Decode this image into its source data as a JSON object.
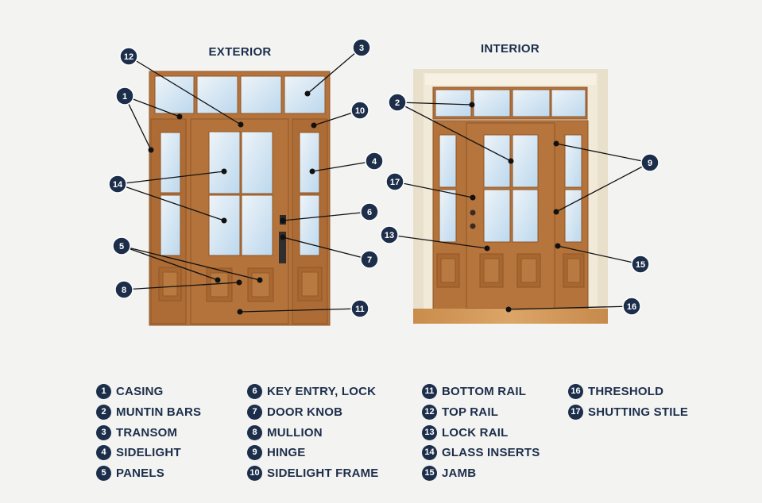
{
  "titles": {
    "exterior": "EXTERIOR",
    "interior": "INTERIOR"
  },
  "legend": [
    {
      "num": "1",
      "label": "CASING"
    },
    {
      "num": "2",
      "label": "MUNTIN BARS"
    },
    {
      "num": "3",
      "label": "TRANSOM"
    },
    {
      "num": "4",
      "label": "SIDELIGHT"
    },
    {
      "num": "5",
      "label": "PANELS"
    },
    {
      "num": "6",
      "label": "KEY ENTRY, LOCK"
    },
    {
      "num": "7",
      "label": "DOOR KNOB"
    },
    {
      "num": "8",
      "label": "MULLION"
    },
    {
      "num": "9",
      "label": "HINGE"
    },
    {
      "num": "10",
      "label": "SIDELIGHT FRAME"
    },
    {
      "num": "11",
      "label": "BOTTOM RAIL"
    },
    {
      "num": "12",
      "label": "TOP RAIL"
    },
    {
      "num": "13",
      "label": "LOCK RAIL"
    },
    {
      "num": "14",
      "label": "GLASS INSERTS"
    },
    {
      "num": "15",
      "label": "JAMB"
    },
    {
      "num": "16",
      "label": "THRESHOLD"
    },
    {
      "num": "17",
      "label": "SHUTTING STILE"
    }
  ],
  "colors": {
    "navy": "#1c2e4a",
    "wood": "#b4733a",
    "wood_dark": "#8f5628",
    "glass": "#cfe3f1",
    "casing": "#f2ead8",
    "floor": "#d29a5a"
  }
}
